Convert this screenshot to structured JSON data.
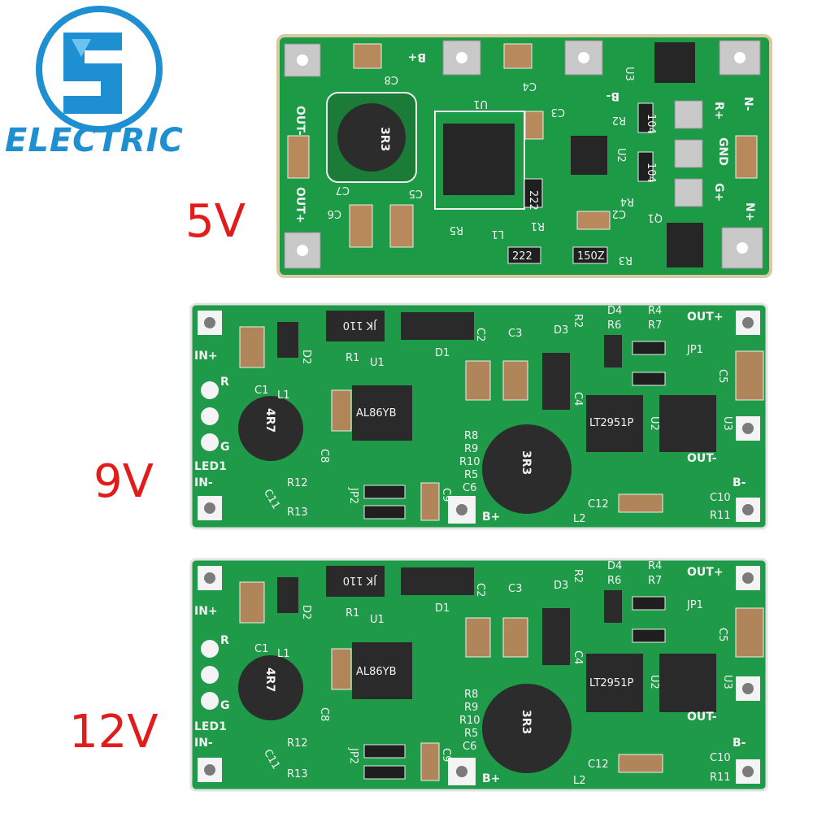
{
  "logo": {
    "text": "ELECTRIC",
    "brand_color": "#1e8fd0"
  },
  "voltage_labels": [
    "5V",
    "9V",
    "12V"
  ],
  "label_color": "#e21b1b",
  "pcb_color": "#1c9a45",
  "board1": {
    "silk": [
      "B+",
      "B-",
      "OUT-",
      "OUT+",
      "R+",
      "GND",
      "G+",
      "N+",
      "N-",
      "C8",
      "C4",
      "C3",
      "C2",
      "C5",
      "C6",
      "C7",
      "U1",
      "U2",
      "U3",
      "Q1",
      "R1",
      "R2",
      "R3",
      "R4",
      "R5",
      "L1"
    ],
    "chips": [
      "3R3",
      "222",
      "222",
      "150Z",
      "104",
      "104"
    ]
  },
  "board2": {
    "silk": [
      "IN+",
      "IN-",
      "LED1",
      "R",
      "G",
      "OUT+",
      "OUT-",
      "B-",
      "B+",
      "D1",
      "D2",
      "D3",
      "D4",
      "R1",
      "R2",
      "R4",
      "R6",
      "R7",
      "R8",
      "R9",
      "R10",
      "R5",
      "R11",
      "R12",
      "R13",
      "C1",
      "C2",
      "C3",
      "C4",
      "C5",
      "C6",
      "C8",
      "C9",
      "C10",
      "C11",
      "C12",
      "L1",
      "L2",
      "U1",
      "U2",
      "U3",
      "JP1",
      "JP2"
    ],
    "chips": [
      "4R7",
      "3R3",
      "JK 110",
      "AL86YB",
      "LT2951P"
    ]
  },
  "board3": {
    "silk": [
      "IN+",
      "IN-",
      "LED1",
      "R",
      "G",
      "OUT+",
      "OUT-",
      "B-",
      "B+",
      "D1",
      "D2",
      "D3",
      "D4",
      "R1",
      "R2",
      "R4",
      "R6",
      "R7",
      "R8",
      "R9",
      "R10",
      "R5",
      "R11",
      "R12",
      "R13",
      "C1",
      "C2",
      "C3",
      "C4",
      "C5",
      "C6",
      "C8",
      "C9",
      "C10",
      "C11",
      "C12",
      "L1",
      "L2",
      "U1",
      "U2",
      "U3",
      "JP1",
      "JP2"
    ],
    "chips": [
      "4R7",
      "3R3",
      "JK 110",
      "AL86YB",
      "LT2951P"
    ]
  }
}
